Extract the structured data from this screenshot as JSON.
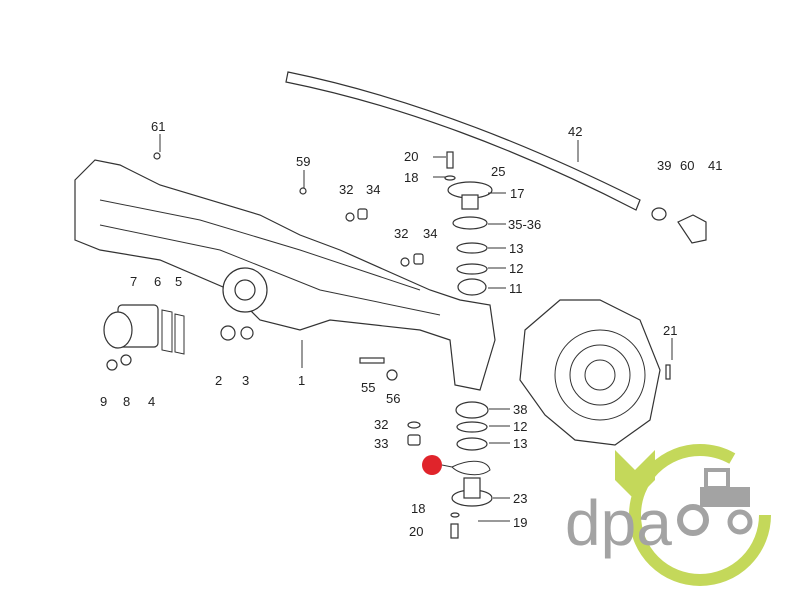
{
  "diagram": {
    "callouts": [
      "61",
      "59",
      "32",
      "34",
      "20",
      "18",
      "25",
      "17",
      "35-36",
      "42",
      "39",
      "60",
      "41",
      "32",
      "34",
      "13",
      "12",
      "11",
      "7",
      "6",
      "5",
      "21",
      "2",
      "3",
      "1",
      "55",
      "56",
      "9",
      "8",
      "4",
      "38",
      "32",
      "12",
      "33",
      "13",
      "23",
      "18",
      "19",
      "20"
    ],
    "highlight_color": "#e0242b"
  },
  "logo": {
    "text": "dpa",
    "gray": "#a3a3a3",
    "green": "#c4d85a"
  }
}
